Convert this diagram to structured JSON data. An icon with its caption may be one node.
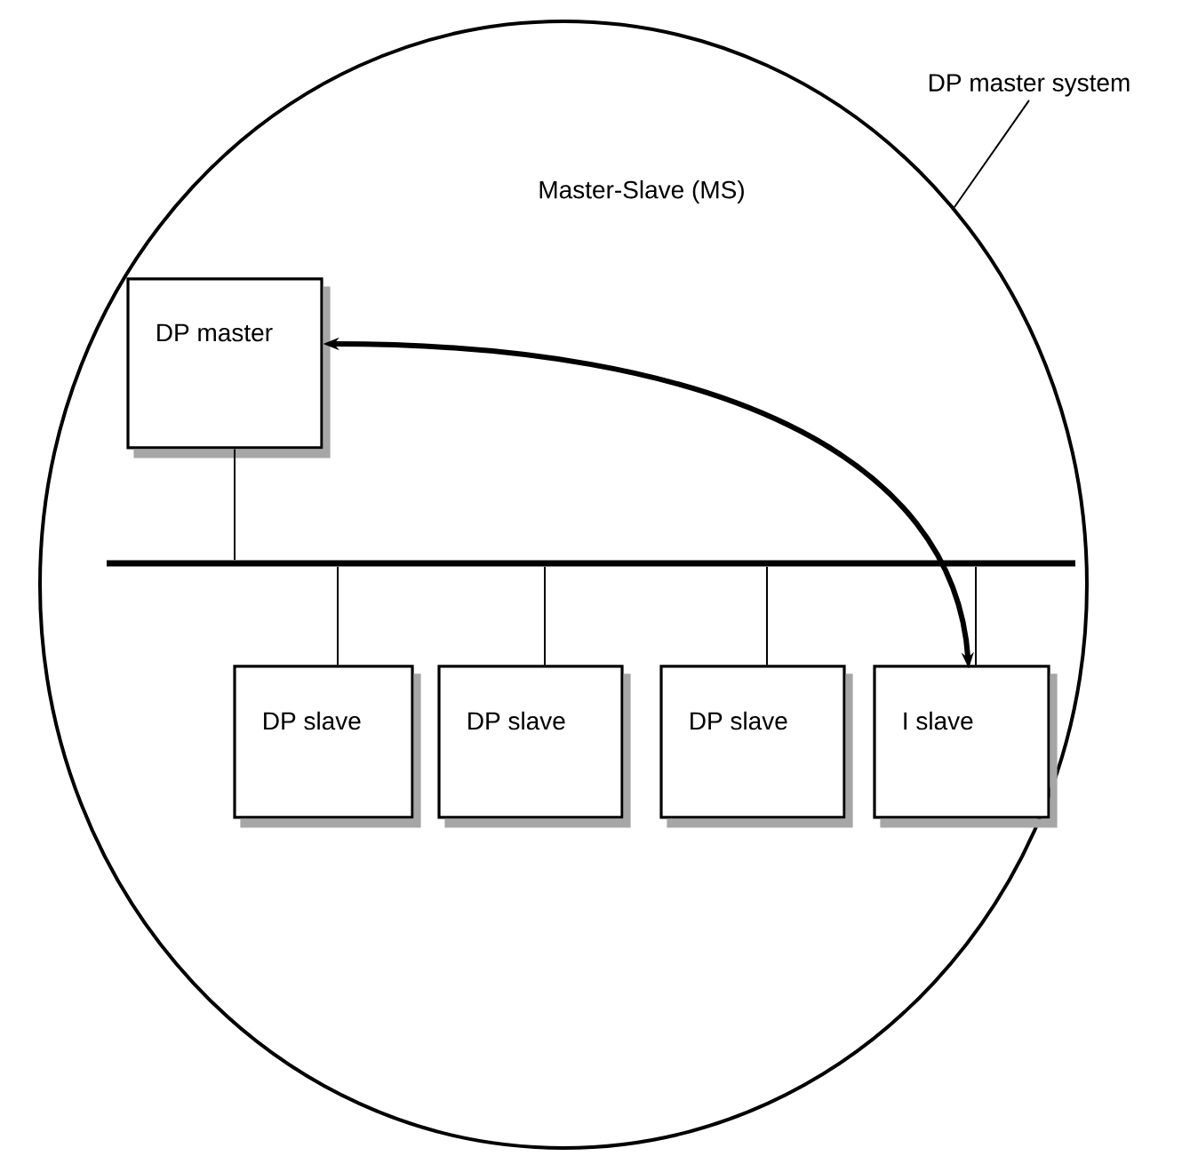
{
  "diagram": {
    "nodes": [
      {
        "text": [
          "Master-Slave (MS)"
        ]
      },
      {
        "text": [
          "DP master system"
        ]
      },
      {
        "text": [
          "DP master"
        ],
        "in": 0
      },
      {
        "text": [],
        "shape": "bar",
        "in": 0
      },
      {
        "text": [
          "DP slave"
        ],
        "in": 0
      },
      {
        "text": [
          "DP slave"
        ],
        "in": 0
      },
      {
        "text": [
          "DP slave"
        ],
        "in": 0
      },
      {
        "text": [
          "I slave"
        ],
        "in": 0
      }
    ],
    "edges": [
      {
        "from": 1,
        "to": 0,
        "arrow": "none"
      },
      {
        "from": 2,
        "to": 3,
        "arrow": "none"
      },
      {
        "from": 3,
        "to": 4,
        "arrow": "none"
      },
      {
        "from": 3,
        "to": 5,
        "arrow": "none"
      },
      {
        "from": 3,
        "to": 6,
        "arrow": "none"
      },
      {
        "from": 3,
        "to": 7,
        "arrow": "none"
      },
      {
        "from": 7,
        "to": 2,
        "arrow": "both",
        "style": "thick"
      }
    ]
  }
}
